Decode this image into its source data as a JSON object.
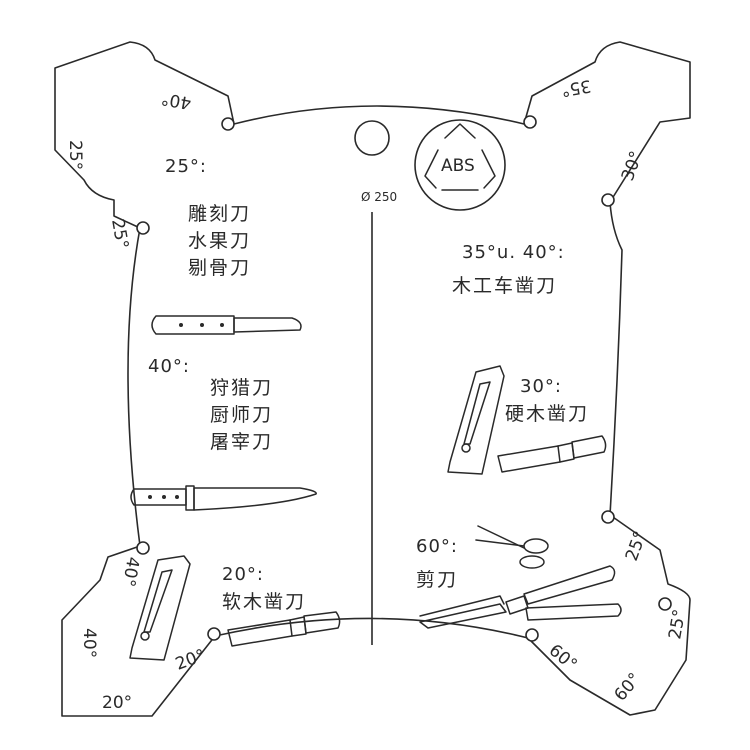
{
  "diameter_label": "Ø 250",
  "recycle_label": "ABS",
  "edge_angles": {
    "top_left_a": "25°",
    "top_left_b": "40°",
    "left_upper": "25°",
    "top_right_a": "35°",
    "right_upper": "30°",
    "left_lower": "40°",
    "left_bottom_a": "40°",
    "left_bottom_b": "20°",
    "bottom_center": "20°",
    "right_lower_a": "25°",
    "right_lower_b": "25°",
    "bottom_right_a": "60°",
    "bottom_right_b": "60°"
  },
  "left_groups": [
    {
      "angle": "25°:",
      "knives": [
        "雕刻刀",
        "水果刀",
        "剔骨刀"
      ]
    },
    {
      "angle": "40°:",
      "knives": [
        "狩猎刀",
        "厨师刀",
        "屠宰刀"
      ]
    }
  ],
  "soft_chisel": {
    "angle": "20°:",
    "name": "软木凿刀"
  },
  "wood_chisel": {
    "angle": "35°u. 40°:",
    "name": "木工车凿刀"
  },
  "hard_chisel": {
    "angle": "30°:",
    "name": "硬木凿刀"
  },
  "scissors": {
    "angle": "60°:",
    "name": "剪刀"
  },
  "icons": [
    "recycle-abs-icon",
    "paring-knife-icon",
    "chef-knife-icon",
    "plane-iron-icon",
    "chisel-icon",
    "scissors-icon",
    "hedge-shears-icon"
  ]
}
